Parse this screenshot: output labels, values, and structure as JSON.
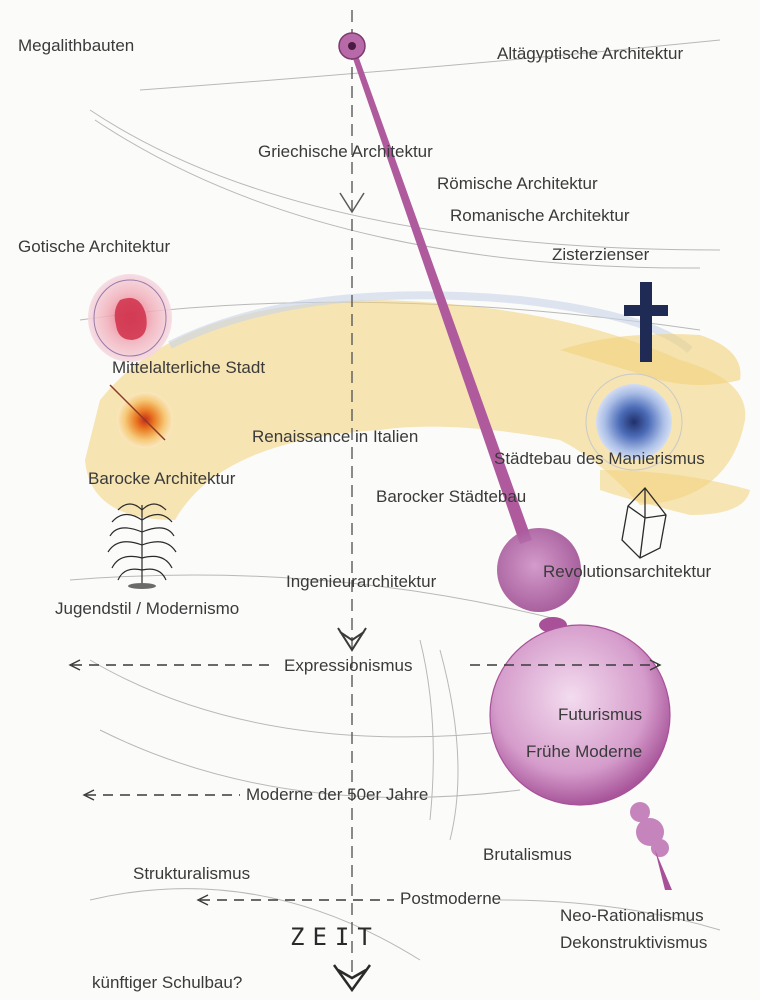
{
  "labels": {
    "megalithbauten": "Megalithbauten",
    "altaegyptische": "Altägyptische Architektur",
    "griechische": "Griechische Architektur",
    "roemische": "Römische Architektur",
    "romanische": "Romanische Architektur",
    "gotische": "Gotische Architektur",
    "zisterzienser": "Zisterzienser",
    "mittelalterliche_stadt": "Mittelalterliche Stadt",
    "renaissance": "Renaissance in Italien",
    "manierismus": "Städtebau des Manierismus",
    "barocke_architektur": "Barocke Architektur",
    "barocker_staedtebau": "Barocker Städtebau",
    "ingenieur": "Ingenieurarchitektur",
    "revolution": "Revolutionsarchitektur",
    "jugendstil": "Jugendstil / Modernismo",
    "expressionismus": "Expressionismus",
    "futurismus": "Futurismus",
    "fruehe_moderne": "Frühe Moderne",
    "moderne_50er": "Moderne der 50er Jahre",
    "brutalismus": "Brutalismus",
    "strukturalismus": "Strukturalismus",
    "postmoderne": "Postmoderne",
    "neo_rationalismus": "Neo-Rationalismus",
    "dekonstruktivismus": "Dekonstruktivismus",
    "kuenftiger_schulbau": "künftiger Schulbau?",
    "zeit": "ZEIT"
  },
  "colors": {
    "magenta": "#b05a9e",
    "magenta_light": "#c98bc0",
    "ochre": "#f2d27a",
    "blue": "#5a7cc0",
    "navy": "#1f2a55",
    "orange": "#e5802a",
    "red": "#c83030",
    "pencil": "#6a6a6a",
    "text": "#3a3a3a"
  },
  "icons": [
    "embryo-icon",
    "cross-icon",
    "eye-icon",
    "crystal-icon",
    "tree-icon",
    "arrowhead-icon",
    "orange-blob-icon"
  ]
}
